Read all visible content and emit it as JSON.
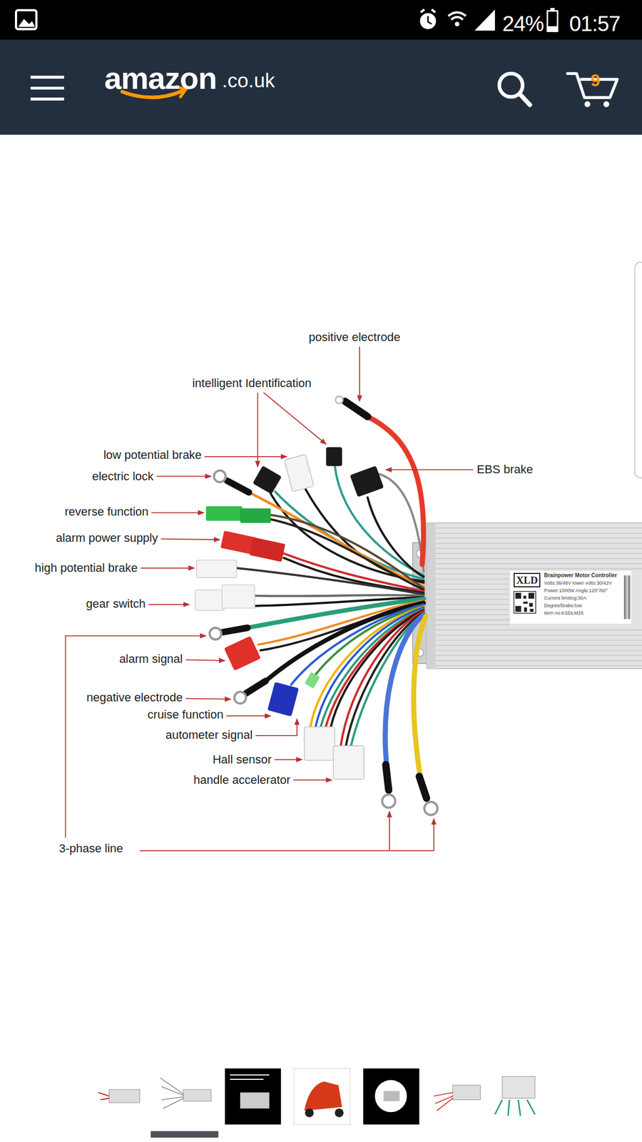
{
  "diagram": {
    "nodes": [
      {
        "text": [
          "24%",
          "01:57"
        ]
      },
      {
        "text": [
          "amazon",
          ".co.uk",
          "9"
        ]
      },
      {
        "text": [
          "XLD",
          "Brainpower Motor Controller",
          "Volts:36/48V lower volts:30/42V",
          "Power:1000W Angle:120°/60°",
          "Current limiting:30A",
          "Degree/brake:low",
          "Item no:KSDLM25"
        ]
      }
    ],
    "labels": [
      "positive electrode",
      "intelligent Identification",
      "low potential brake",
      "EBS brake",
      "electric lock",
      "reverse function",
      "alarm power supply",
      "high potential brake",
      "gear switch",
      "alarm signal",
      "negative electrode",
      "cruise function",
      "autometer signal",
      "Hall sensor",
      "handle accelerator",
      "3-phase line"
    ]
  }
}
